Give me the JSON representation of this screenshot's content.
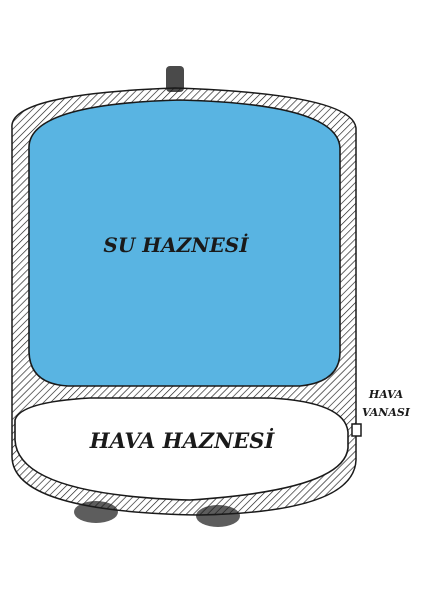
{
  "diagram": {
    "water_chamber_label": "SU HAZNESİ",
    "air_chamber_label": "HAVA HAZNESİ",
    "air_valve_label": [
      "HAVA",
      "VANASI"
    ],
    "colors": {
      "water": "#59b4e2",
      "air": "#ffffff",
      "outline": "#1a1a1a",
      "feet": "#5d5d5d",
      "nozzle": "#4a4a4a"
    }
  }
}
